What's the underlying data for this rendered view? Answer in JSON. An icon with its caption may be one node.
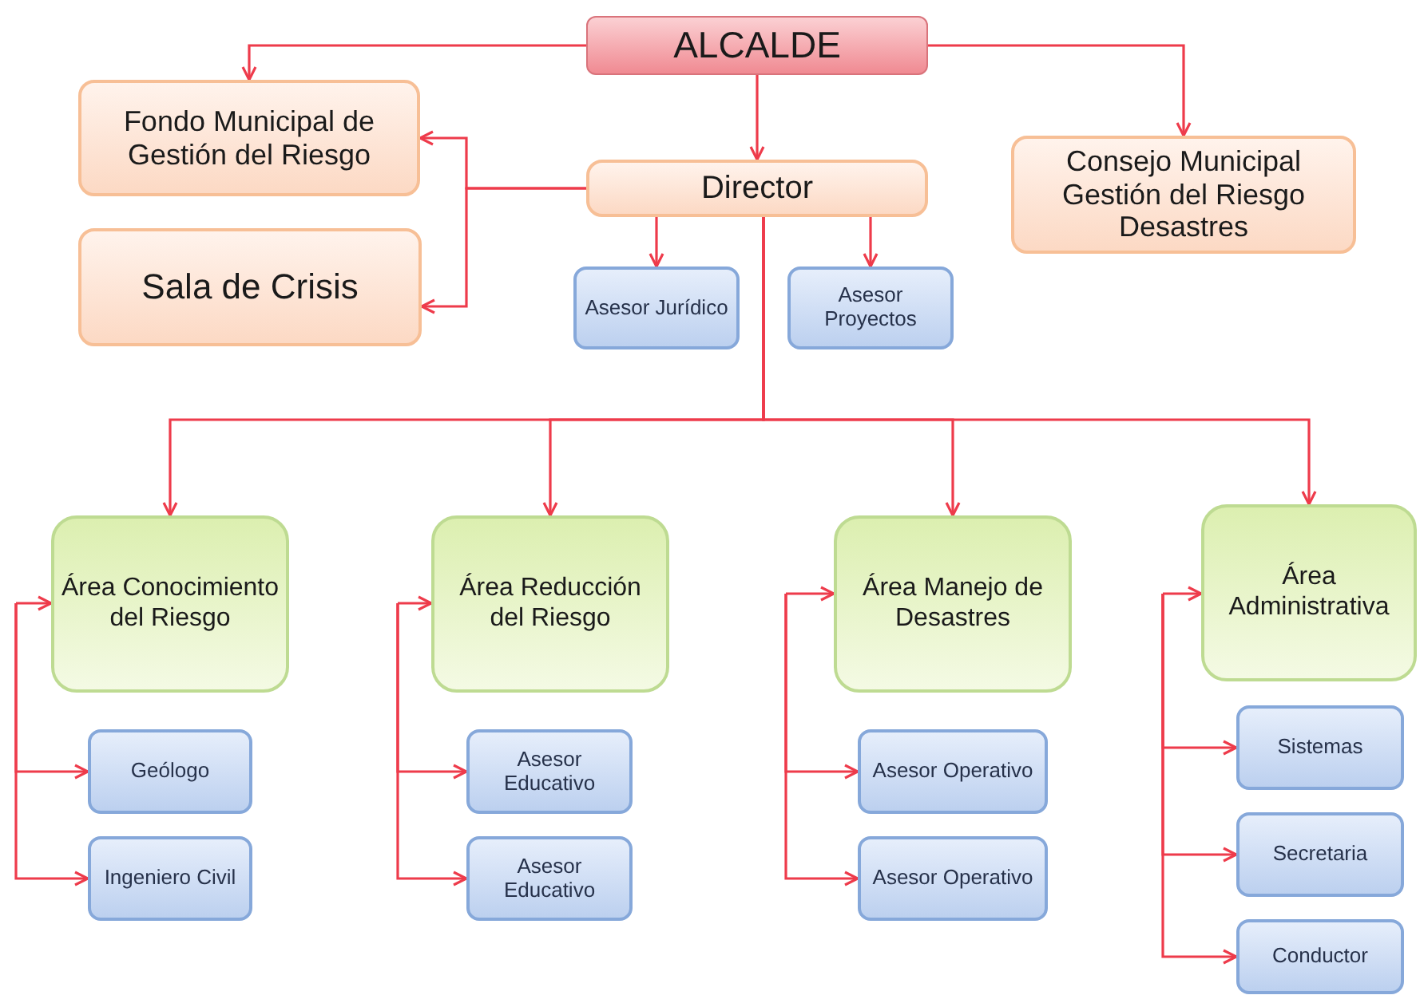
{
  "diagram": {
    "nodes": [
      {
        "text": [
          "ALCALDE"
        ]
      },
      {
        "text": [
          "Fondo Municipal de Gestión del Riesgo"
        ]
      },
      {
        "text": [
          "Director"
        ]
      },
      {
        "text": [
          "Consejo Municipal Gestión del Riesgo Desastres"
        ]
      },
      {
        "text": [
          "Sala de Crisis"
        ]
      },
      {
        "text": [
          "Asesor Jurídico"
        ]
      },
      {
        "text": [
          "Asesor Proyectos"
        ]
      },
      {
        "text": [
          "Área Conocimiento del Riesgo"
        ]
      },
      {
        "text": [
          "Área Reducción del Riesgo"
        ]
      },
      {
        "text": [
          "Área Manejo de Desastres"
        ]
      },
      {
        "text": [
          "Área Administrativa"
        ]
      },
      {
        "text": [
          "Geólogo"
        ]
      },
      {
        "text": [
          "Ingeniero Civil"
        ]
      },
      {
        "text": [
          "Asesor Educativo"
        ]
      },
      {
        "text": [
          "Asesor Educativo"
        ]
      },
      {
        "text": [
          "Asesor Operativo"
        ]
      },
      {
        "text": [
          "Asesor Operativo"
        ]
      },
      {
        "text": [
          "Sistemas"
        ]
      },
      {
        "text": [
          "Secretaria"
        ]
      },
      {
        "text": [
          "Conductor"
        ]
      }
    ],
    "edges": [
      {
        "from": 0,
        "to": 1,
        "arrow": "to"
      },
      {
        "from": 0,
        "to": 2,
        "arrow": "to"
      },
      {
        "from": 0,
        "to": 3,
        "arrow": "to"
      },
      {
        "from": 2,
        "to": 1,
        "arrow": "to"
      },
      {
        "from": 2,
        "to": 4,
        "arrow": "to"
      },
      {
        "from": 2,
        "to": 5,
        "arrow": "to"
      },
      {
        "from": 2,
        "to": 6,
        "arrow": "to"
      },
      {
        "from": 2,
        "to": 7,
        "arrow": "to"
      },
      {
        "from": 2,
        "to": 8,
        "arrow": "to"
      },
      {
        "from": 2,
        "to": 9,
        "arrow": "to"
      },
      {
        "from": 2,
        "to": 10,
        "arrow": "to"
      },
      {
        "from": null,
        "to": 7,
        "arrow": "to"
      },
      {
        "from": null,
        "to": 11,
        "arrow": "to"
      },
      {
        "from": null,
        "to": 12,
        "arrow": "to"
      },
      {
        "from": null,
        "to": 8,
        "arrow": "to"
      },
      {
        "from": null,
        "to": 13,
        "arrow": "to"
      },
      {
        "from": null,
        "to": 14,
        "arrow": "to"
      },
      {
        "from": null,
        "to": 9,
        "arrow": "to"
      },
      {
        "from": null,
        "to": 15,
        "arrow": "to"
      },
      {
        "from": null,
        "to": 16,
        "arrow": "to"
      },
      {
        "from": null,
        "to": 10,
        "arrow": "to"
      },
      {
        "from": null,
        "to": 17,
        "arrow": "to"
      },
      {
        "from": null,
        "to": 18,
        "arrow": "to"
      },
      {
        "from": null,
        "to": 19,
        "arrow": "to"
      }
    ]
  }
}
